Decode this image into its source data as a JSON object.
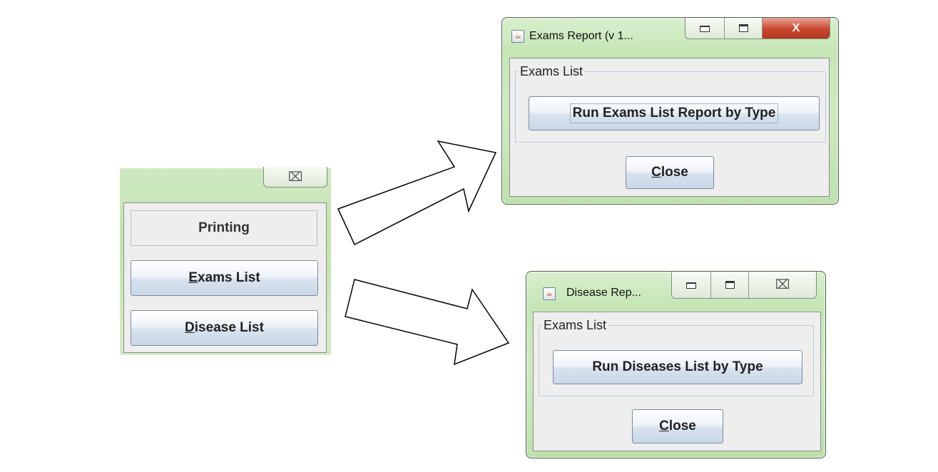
{
  "main_panel": {
    "close_glyph": "⌧",
    "printing_label": "Printing",
    "exams_button": {
      "mnemonic": "E",
      "rest": "xams List"
    },
    "disease_button": {
      "mnemonic": "D",
      "rest": "isease List"
    }
  },
  "exams_window": {
    "title": "Exams Report (v 1...",
    "app_icon": "java-cup-icon",
    "group_title": "Exams List",
    "run_button": "Run Exams List Report by Type",
    "close_button": {
      "mnemonic": "C",
      "rest": "lose"
    },
    "controls": {
      "minimize": "minimize-icon",
      "maximize": "maximize-icon",
      "close": "X"
    }
  },
  "disease_window": {
    "title": "Disease Rep...",
    "app_icon": "java-cup-icon",
    "group_title": "Exams List",
    "run_button": "Run Diseases List by Type",
    "close_button": {
      "mnemonic": "C",
      "rest": "lose"
    },
    "controls": {
      "minimize": "minimize-icon",
      "maximize": "maximize-icon",
      "close": "⌧"
    }
  },
  "arrows": [
    "arrow-to-exams-window",
    "arrow-to-disease-window"
  ],
  "colors": {
    "window_frame": "#c6e6b6",
    "close_red": "#c9462e",
    "client_bg": "#eeeeee"
  }
}
